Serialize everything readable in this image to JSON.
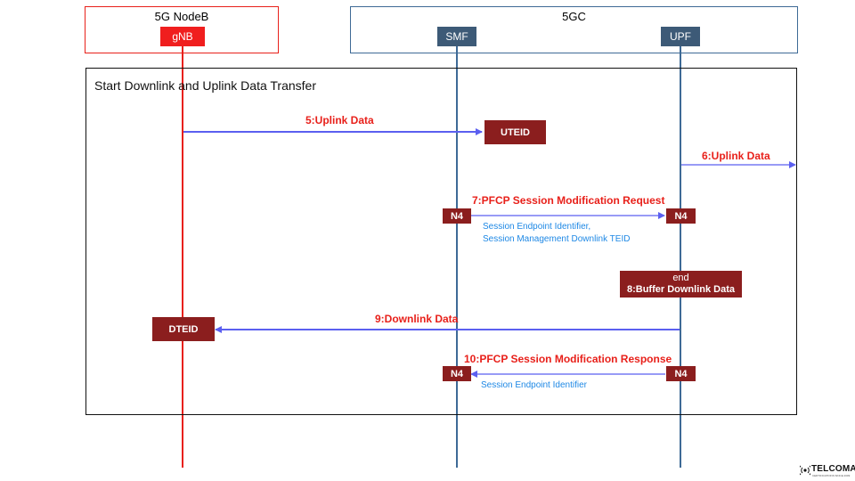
{
  "groups": {
    "nodeb": {
      "title": "5G NodeB",
      "color": "#e8201a"
    },
    "core": {
      "title": "5GC",
      "color": "#3e6a96"
    }
  },
  "nodes": {
    "gnb": "gNB",
    "smf": "SMF",
    "upf": "UPF"
  },
  "section": {
    "title": "Start Downlink and Uplink Data Transfer"
  },
  "messages": {
    "m5": "5:Uplink Data",
    "m6": "6:Uplink Data",
    "m7": "7:PFCP Session Modification Request",
    "m9": "9:Downlink Data",
    "m10": "10:PFCP Session Modification Response"
  },
  "notes": {
    "n7_line1": "Session Endpoint Identifier,",
    "n7_line2": "Session Management Downlink TEID",
    "n10": "Session Endpoint Identifier"
  },
  "boxes": {
    "uteid": "UTEID",
    "dteid": "DTEID",
    "n4": "N4",
    "buffer_line1": "end",
    "buffer_line2": "8:Buffer Downlink Data"
  },
  "logo": {
    "name": "TELCOMA",
    "tagline": "CERTIFICATIONS SINCE 2009"
  },
  "colors": {
    "red": "#e8201a",
    "core_blue": "#3e6a96",
    "node_blue": "#3d5a77",
    "arrow": "#5b5ff0",
    "dark_red": "#8b1e1e",
    "note_blue": "#1e88e5"
  }
}
